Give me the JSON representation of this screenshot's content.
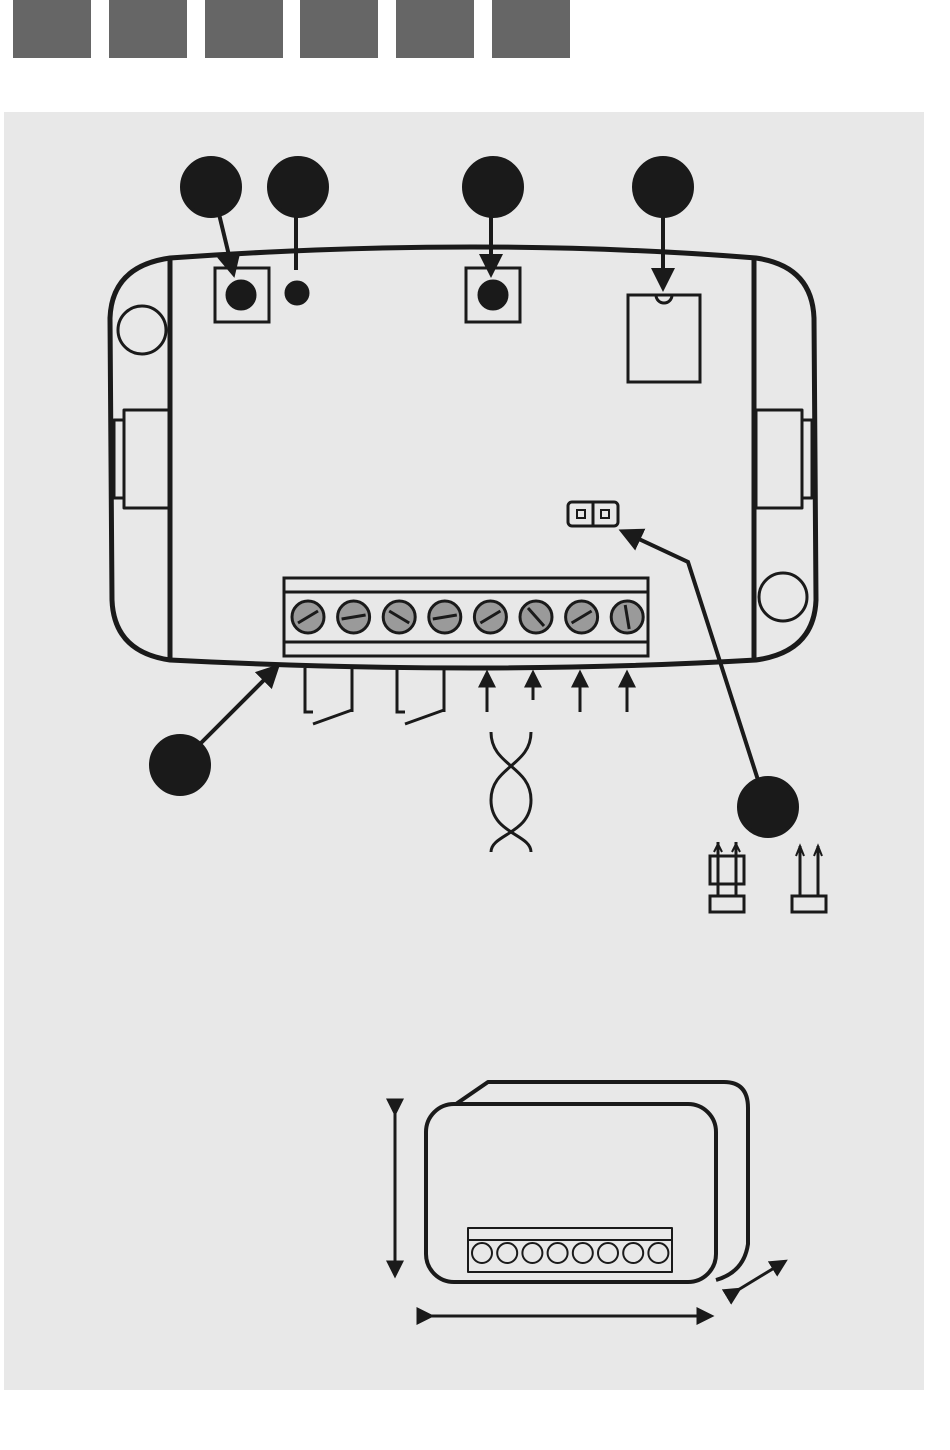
{
  "header": {
    "tabs": [
      {
        "id": "tab-1"
      },
      {
        "id": "tab-2"
      },
      {
        "id": "tab-3"
      },
      {
        "id": "tab-4"
      },
      {
        "id": "tab-5"
      },
      {
        "id": "tab-6"
      }
    ],
    "tab_color": "#666666"
  },
  "diagram": {
    "background_color": "#e8e8e8",
    "line_color": "#1a1a1a",
    "callouts": [
      {
        "name": "callout-button-1"
      },
      {
        "name": "callout-led"
      },
      {
        "name": "callout-button-2"
      },
      {
        "name": "callout-chip"
      },
      {
        "name": "callout-terminal-block"
      },
      {
        "name": "callout-jumper"
      }
    ],
    "terminal_screws": 8,
    "dimension_terminals": 8
  }
}
